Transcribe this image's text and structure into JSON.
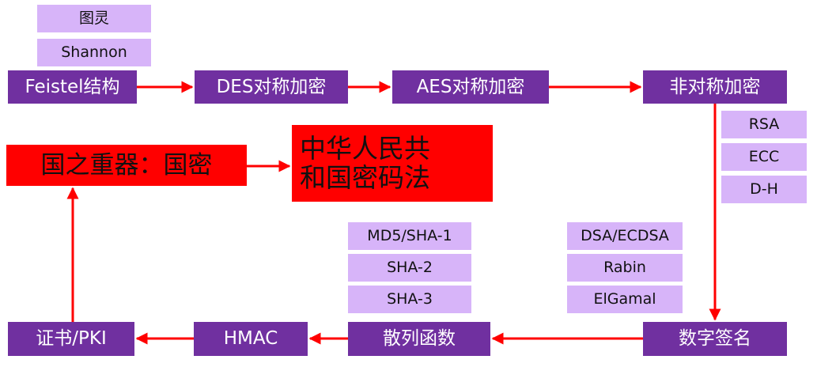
{
  "flow_nodes": {
    "feistel": "Feistel结构",
    "des": "DES对称加密",
    "aes": "AES对称加密",
    "asymmetric": "非对称加密",
    "digital_signature": "数字签名",
    "hash": "散列函数",
    "hmac": "HMAC",
    "cert_pki": "证书/PKI",
    "guomi": "国之重器：国密",
    "crypto_law_line1": "中华人民共",
    "crypto_law_line2": "和国密码法"
  },
  "pioneers": [
    "图灵",
    "Shannon"
  ],
  "asymmetric_algorithms": [
    "RSA",
    "ECC",
    "D-H"
  ],
  "signature_algorithms": [
    "DSA/ECDSA",
    "Rabin",
    "ElGamal"
  ],
  "hash_algorithms": [
    "MD5/SHA-1",
    "SHA-2",
    "SHA-3"
  ],
  "colors": {
    "main_node": "#7030a0",
    "sub_node": "#d7b4f9",
    "highlight_node": "#ff0000",
    "arrow": "#ff0000"
  }
}
